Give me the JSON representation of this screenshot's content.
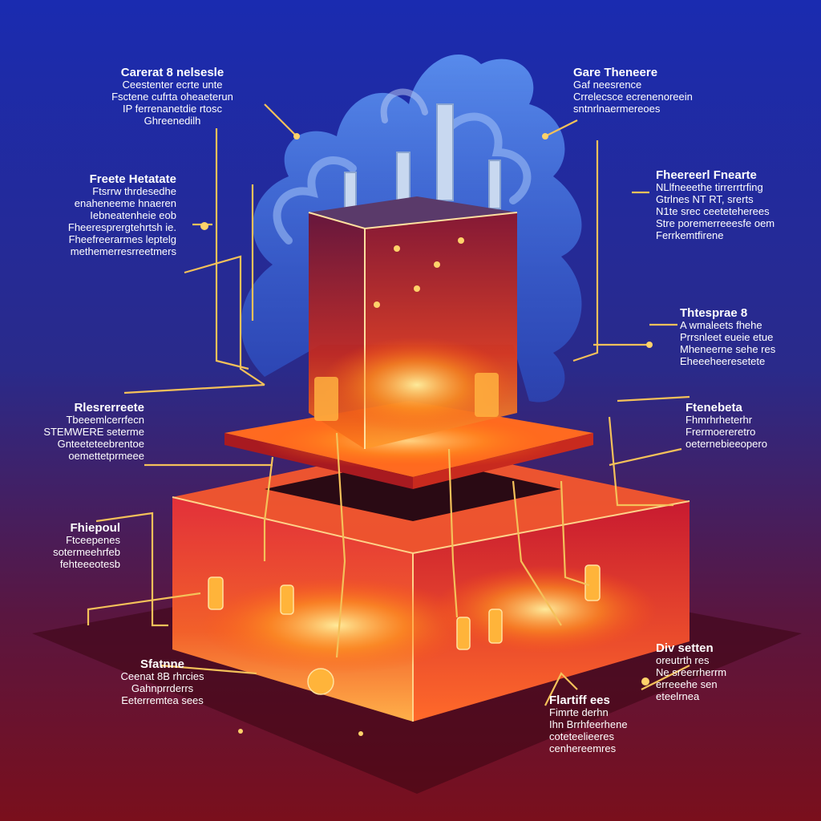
{
  "diagram": {
    "colors": {
      "bg_top": "#1a2bb0",
      "bg_bottom": "#7a0f1c",
      "body_red": "#e23a24",
      "glow_orange": "#ff9a1f",
      "smoke_blue": "#4f8ff0",
      "wire_gold": "#f4c15a"
    },
    "callouts": [
      {
        "id": "c1",
        "title": "Carerat 8 nelsesle",
        "lines": [
          "Ceestenter ecrte unte",
          "Fsctene cufrta oheaeterun",
          "IP ferrenanetdie rtosc",
          "Ghreenedilh"
        ]
      },
      {
        "id": "c2",
        "title": "Gare Theneere",
        "lines": [
          "Gaf neesrence",
          "Crrelecsce ecrenenoreein",
          "sntnrlnaermereoes"
        ]
      },
      {
        "id": "c3",
        "title": "Freete Hetatate",
        "lines": [
          "Ftsrrw thrdesedhe",
          "enaheneeme hnaeren",
          "Iebneatenheie eob",
          "Fheeresprergtehrtsh ie.",
          "Fheefreerarmes leptelg",
          "methemerresrreetmers"
        ]
      },
      {
        "id": "c4",
        "title": "Fheereerl Fnearte",
        "lines": [
          "NLlfneeethe tirrerrtrfing",
          "Gtrlnes NT RT, srerts",
          "N1te srec ceeteteherees",
          "Stre poremerreeesfe oem",
          "Ferrkemtfirene"
        ]
      },
      {
        "id": "c5",
        "title": "Thtesprae 8",
        "lines": [
          "A wmaleets fhehe",
          "Prrsnleet eueie etue",
          "Mheneerne sehe res",
          "Eheeeheeresetete"
        ]
      },
      {
        "id": "c6",
        "title": "Rlesrerreete",
        "lines": [
          "Tbeeemlcerrfecn",
          "STEMWERE seterme",
          "Gnteeteteebrentoe",
          "oemettetprmeee"
        ]
      },
      {
        "id": "c7",
        "title": "Ftenebeta",
        "lines": [
          "Fhmrhrheterhr",
          "Frermoereretro",
          "oeternebieeopero"
        ]
      },
      {
        "id": "c8",
        "title": "Fhiepoul",
        "lines": [
          "Ftceepenes",
          "sotermeehrfeb",
          "fehteeeotesb"
        ]
      },
      {
        "id": "c9",
        "title": "Sfatnne",
        "lines": [
          "Ceenat 8B rhrcies",
          "Gahnprrderrs",
          "Eeterremtea sees"
        ]
      },
      {
        "id": "c10",
        "title": "Div setten",
        "lines": [
          "oreutrth res",
          "Ne sreerrherrm",
          "erreeehe sen",
          "eteelrnea"
        ]
      },
      {
        "id": "c11",
        "title": "Flartiff ees",
        "lines": [
          "Fimrte derhn",
          "Ihn Brrhfeerhene",
          "coteteelieeres",
          "cenhereemres"
        ]
      }
    ]
  }
}
